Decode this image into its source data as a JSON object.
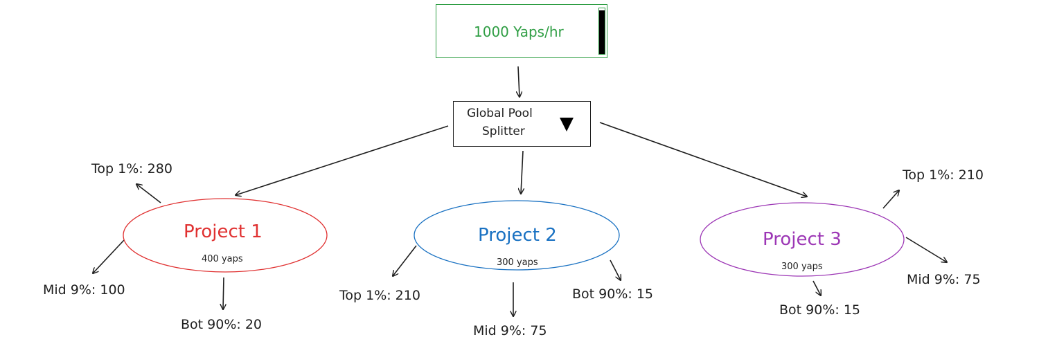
{
  "source": {
    "label": "1000 Yaps/hr",
    "level_fraction": 0.95
  },
  "splitter": {
    "line1": "Global Pool",
    "line2": "Splitter",
    "dropdown_icon": "triangle-down-icon"
  },
  "projects": [
    {
      "name": "Project 1",
      "amount": "400 yaps",
      "color": "#e03131",
      "tiers": {
        "top": "Top 1%: 280",
        "mid": "Mid 9%: 100",
        "bot": "Bot 90%: 20"
      }
    },
    {
      "name": "Project 2",
      "amount": "300 yaps",
      "color": "#1971c2",
      "tiers": {
        "top": "Top 1%: 210",
        "mid": "Mid 9%: 75",
        "bot": "Bot 90%: 15"
      }
    },
    {
      "name": "Project 3",
      "amount": "300 yaps",
      "color": "#9c36b5",
      "tiers": {
        "top": "Top 1%: 210",
        "mid": "Mid 9%: 75",
        "bot": "Bot 90%: 15"
      }
    }
  ],
  "colors": {
    "ink": "#1e1e1e",
    "source": "#2f9e44"
  }
}
